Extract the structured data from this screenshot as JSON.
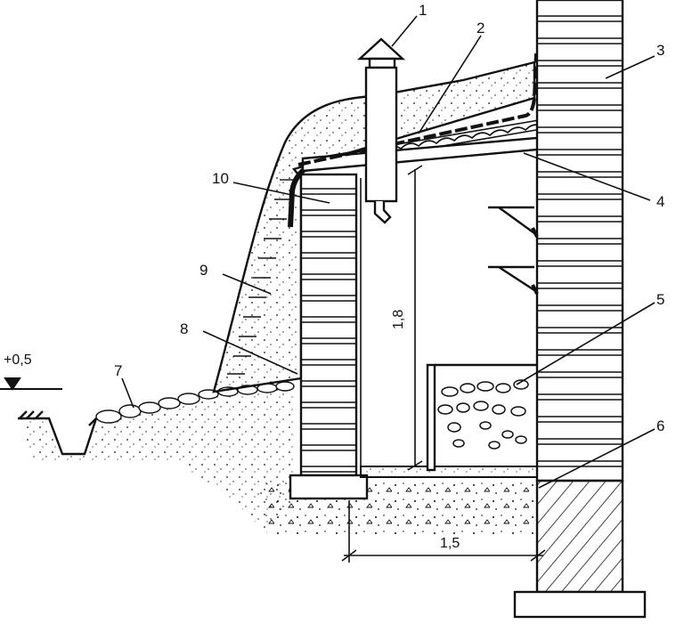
{
  "callouts": [
    "1",
    "2",
    "3",
    "4",
    "5",
    "6",
    "7",
    "8",
    "9",
    "10"
  ],
  "dimensions": {
    "height": "1,8",
    "width": "1,5",
    "ground_level": "+0,5"
  },
  "colors": {
    "ink": "#111111",
    "background": "#ffffff"
  }
}
